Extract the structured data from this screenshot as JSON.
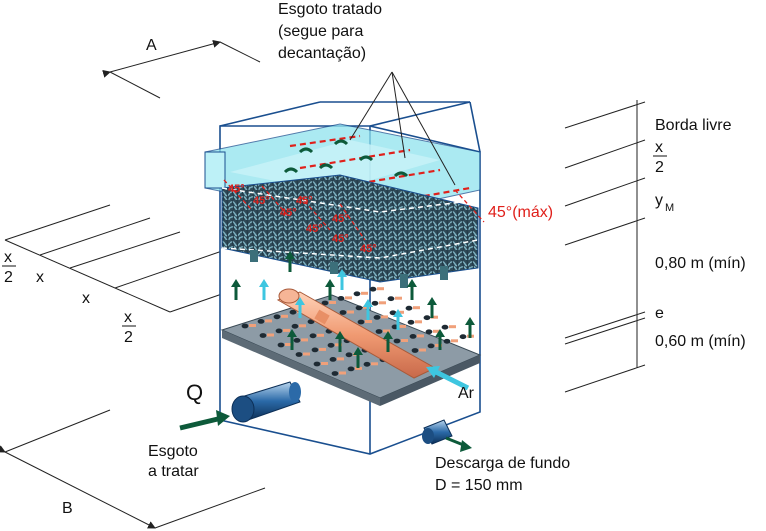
{
  "labels": {
    "a": "A",
    "b": "B",
    "q": "Q",
    "treated_line1": "Esgoto tratado",
    "treated_line2": "(segue para",
    "treated_line3": "decantação)",
    "freeboard": "Borda livre",
    "x_half_num_right": "x",
    "x_half_den_right": "2",
    "ym_main": "y",
    "ym_sub": "M",
    "max_angle": "45°(máx)",
    "media_height": "0,80 m (mín)",
    "e": "e",
    "bottom_height": "0,60 m (mín)",
    "air": "Ar",
    "inflow_line1": "Esgoto",
    "inflow_line2": "a tratar",
    "drain_line1": "Descarga de fundo",
    "drain_line2": "D = 150 mm",
    "x_half_num_left_top": "x",
    "x_half_den_left_top": "2",
    "x_left_1": "x",
    "x_left_2": "x",
    "x_half_num_left_bottom": "x",
    "x_half_den_left_bottom": "2",
    "angles": [
      "45°",
      "45°",
      "45°",
      "45°",
      "45°",
      "45°",
      "45°",
      "45°"
    ]
  },
  "colors": {
    "tank_outline": "#1a4f8f",
    "water": "#8fe3ee",
    "media": "#3c5a6a",
    "pipe": "#f0a07a",
    "grid_plate": "#7c8d99",
    "arrow_green": "#0d5a3a",
    "arrow_cyan": "#3ec6e0",
    "red": "#e0201b"
  }
}
